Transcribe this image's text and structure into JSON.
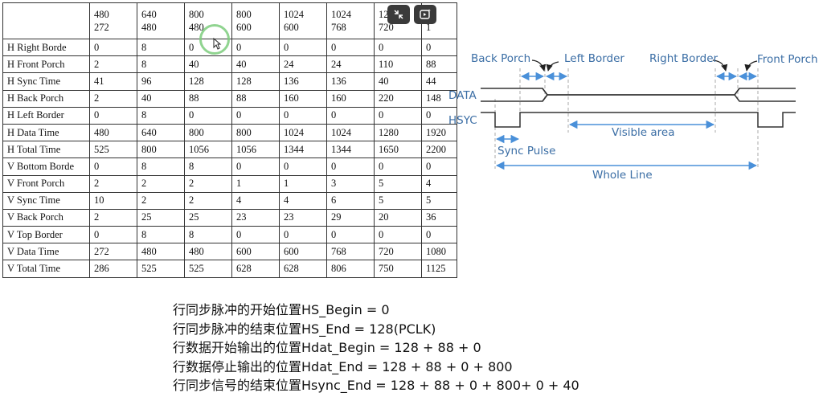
{
  "table": {
    "resolutions": [
      {
        "w": "480",
        "h": "272"
      },
      {
        "w": "640",
        "h": "480"
      },
      {
        "w": "800",
        "h": "480"
      },
      {
        "w": "800",
        "h": "600"
      },
      {
        "w": "1024",
        "h": "600"
      },
      {
        "w": "1024",
        "h": "768"
      },
      {
        "w": "1280",
        "h": "720"
      },
      {
        "w": "1",
        "h": "1"
      }
    ],
    "rows": [
      {
        "label": "H Right Borde",
        "values": [
          "0",
          "8",
          "0",
          "0",
          "0",
          "0",
          "0",
          "0"
        ]
      },
      {
        "label": "H Front Porch",
        "values": [
          "2",
          "8",
          "40",
          "40",
          "24",
          "24",
          "110",
          "88"
        ]
      },
      {
        "label": "H Sync Time",
        "values": [
          "41",
          "96",
          "128",
          "128",
          "136",
          "136",
          "40",
          "44"
        ]
      },
      {
        "label": "H Back Porch",
        "values": [
          "2",
          "40",
          "88",
          "88",
          "160",
          "160",
          "220",
          "148"
        ]
      },
      {
        "label": "H Left Border",
        "values": [
          "0",
          "8",
          "0",
          "0",
          "0",
          "0",
          "0",
          "0"
        ]
      },
      {
        "label": "H Data Time",
        "values": [
          "480",
          "640",
          "800",
          "800",
          "1024",
          "1024",
          "1280",
          "1920"
        ]
      },
      {
        "label": "H Total Time",
        "values": [
          "525",
          "800",
          "1056",
          "1056",
          "1344",
          "1344",
          "1650",
          "2200"
        ]
      },
      {
        "label": "V Bottom Borde",
        "values": [
          "0",
          "8",
          "8",
          "0",
          "0",
          "0",
          "0",
          "0"
        ]
      },
      {
        "label": "V Front Porch",
        "values": [
          "2",
          "2",
          "2",
          "1",
          "1",
          "3",
          "5",
          "4"
        ]
      },
      {
        "label": "V Sync Time",
        "values": [
          "10",
          "2",
          "2",
          "4",
          "4",
          "6",
          "5",
          "5"
        ]
      },
      {
        "label": "V Back Porch",
        "values": [
          "2",
          "25",
          "25",
          "23",
          "23",
          "29",
          "20",
          "36"
        ]
      },
      {
        "label": "V Top Border",
        "values": [
          "0",
          "8",
          "8",
          "0",
          "0",
          "0",
          "0",
          "0"
        ]
      },
      {
        "label": "V Data Time",
        "values": [
          "272",
          "480",
          "480",
          "600",
          "600",
          "768",
          "720",
          "1080"
        ]
      },
      {
        "label": "V Total Time",
        "values": [
          "286",
          "525",
          "525",
          "628",
          "628",
          "806",
          "750",
          "1125"
        ]
      }
    ]
  },
  "diagram": {
    "back_porch": "Back Porch",
    "left_border": "Left Border",
    "right_border": "Right Border",
    "front_porch": "Front Porch",
    "data": "DATA",
    "hsyc": "HSYC",
    "visible_area": "Visible area",
    "sync_pulse": "Sync Pulse",
    "whole_line": "Whole Line"
  },
  "notes": [
    "行同步脉冲的开始位置HS_Begin  = 0",
    "行同步脉冲的结束位置HS_End = 128(PCLK)",
    "行数据开始输出的位置Hdat_Begin = 128 + 88 + 0",
    "行数据停止输出的位置Hdat_End = 128 + 88 + 0 + 800",
    "行同步信号的结束位置Hsync_End = 128 + 88 + 0 + 800+ 0 + 40"
  ],
  "colors": {
    "arrow": "#4a90d9",
    "line": "#333333",
    "ring": "#7ccd7c"
  }
}
